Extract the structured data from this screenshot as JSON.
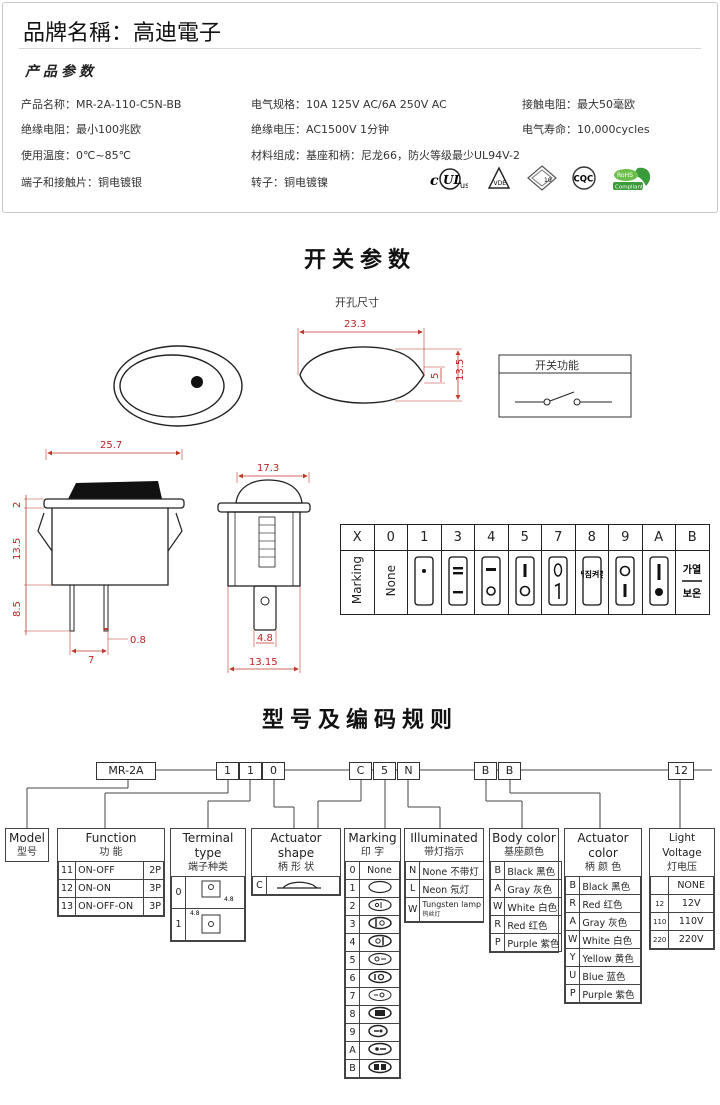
{
  "header": {
    "brand": "品牌名稱：高迪電子",
    "params_title": "产品参数"
  },
  "specs": {
    "product_name": "产品名称：MR-2A-110-C5N-BB",
    "electrical_rating": "电气规格：10A  125V  AC/6A 250V  AC",
    "contact_resistance": "接触电阻：最大50毫欧",
    "insulation_resistance": "绝缘电阻：最小100兆欧",
    "insulation_voltage": "绝缘电压：AC1500V 1分钟",
    "electrical_life": "电气寿命：10,000cycles",
    "temperature": "使用温度：0℃~85℃",
    "material": "材料组成：基座和柄：尼龙66，防火等级最少UL94V-2",
    "terminal": "端子和接触片：铜电镀银",
    "rotor": "转子：铜电镀镍"
  },
  "certs": [
    {
      "name": "cUL-us",
      "icon": "ul-icon"
    },
    {
      "name": "VDE",
      "icon": "vde-icon"
    },
    {
      "name": "ENEC 10",
      "icon": "enec-icon"
    },
    {
      "name": "CQC",
      "icon": "cqc-icon"
    },
    {
      "name": "RoHS Compliant",
      "icon": "rohs-icon",
      "label": "RoHS",
      "label2": "Compliant"
    }
  ],
  "switch_params": {
    "title": "开关参数",
    "cutout_label": "开孔尺寸",
    "function_label": "开关功能",
    "dims": {
      "cut_w": "23.3",
      "cut_h": "13.5",
      "cut_tip": "5",
      "side_w": "25.7",
      "side_top": "2",
      "side_body": "13.5",
      "side_pin": "8.5",
      "pin_w": "0.8",
      "pin_gap": "7",
      "front_w": "17.3",
      "front_pin": "4.8",
      "front_base": "13.15"
    }
  },
  "marking_table": {
    "header_x": "X",
    "codes": [
      "0",
      "1",
      "3",
      "4",
      "5",
      "7",
      "8",
      "9",
      "A",
      "B"
    ],
    "row_label": "Marking",
    "none_label": "None",
    "korean_8": "꺼짐켜짐",
    "korean_b1": "가열",
    "korean_b2": "보온"
  },
  "coding": {
    "title": "型号及编码规则",
    "model": "MR-2A",
    "codes": [
      "1",
      "1",
      "0",
      "C",
      "5",
      "N",
      "B",
      "B",
      "12"
    ],
    "categories": {
      "model": {
        "title": "Model",
        "sub": "型号"
      },
      "function": {
        "title": "Function",
        "sub": "功  能",
        "options": [
          [
            "11",
            "ON-OFF",
            "2P"
          ],
          [
            "12",
            "ON-ON",
            "3P"
          ],
          [
            "13",
            "ON-OFF-ON",
            "3P"
          ]
        ]
      },
      "terminal": {
        "title": "Terminal type",
        "sub": "端子种类",
        "options": [
          "0",
          "1"
        ],
        "dim": "4.8"
      },
      "actuator_shape": {
        "title": "Actuator shape",
        "sub": "柄 形 状",
        "options": [
          "C"
        ]
      },
      "marking": {
        "title": "Marking",
        "sub": "印  字",
        "options": [
          "0",
          "1",
          "2",
          "3",
          "4",
          "5",
          "6",
          "7",
          "8",
          "9",
          "A",
          "B"
        ],
        "none": "None"
      },
      "illuminated": {
        "title": "Illuminated",
        "sub": "带灯指示",
        "options": [
          [
            "N",
            "None",
            "不带灯"
          ],
          [
            "L",
            "Neon",
            "氖灯"
          ],
          [
            "W",
            "Tungsten lamp",
            "钨丝灯"
          ]
        ]
      },
      "body_color": {
        "title": "Body color",
        "sub": "基座颜色",
        "options": [
          [
            "B",
            "Black",
            "黑色"
          ],
          [
            "A",
            "Gray",
            "灰色"
          ],
          [
            "W",
            "White",
            "白色"
          ],
          [
            "R",
            "Red",
            "红色"
          ],
          [
            "P",
            "Purple",
            "紫色"
          ]
        ]
      },
      "actuator_color": {
        "title": "Actuator color",
        "sub": "柄 颜 色",
        "options": [
          [
            "B",
            "Black",
            "黑色"
          ],
          [
            "R",
            "Red",
            "红色"
          ],
          [
            "A",
            "Gray",
            "灰色"
          ],
          [
            "W",
            "White",
            "白色"
          ],
          [
            "Y",
            "Yellow",
            "黄色"
          ],
          [
            "U",
            "Blue",
            "蓝色"
          ],
          [
            "P",
            "Purple",
            "紫色"
          ]
        ]
      },
      "light_voltage": {
        "title": "Light Voltage",
        "sub": "灯电压",
        "options": [
          [
            "",
            "NONE"
          ],
          [
            "12",
            "12V"
          ],
          [
            "110",
            "110V"
          ],
          [
            "220",
            "220V"
          ]
        ]
      }
    }
  },
  "colors": {
    "dim_line": "#c0392b",
    "rohs_green": "#3a9b3a"
  }
}
